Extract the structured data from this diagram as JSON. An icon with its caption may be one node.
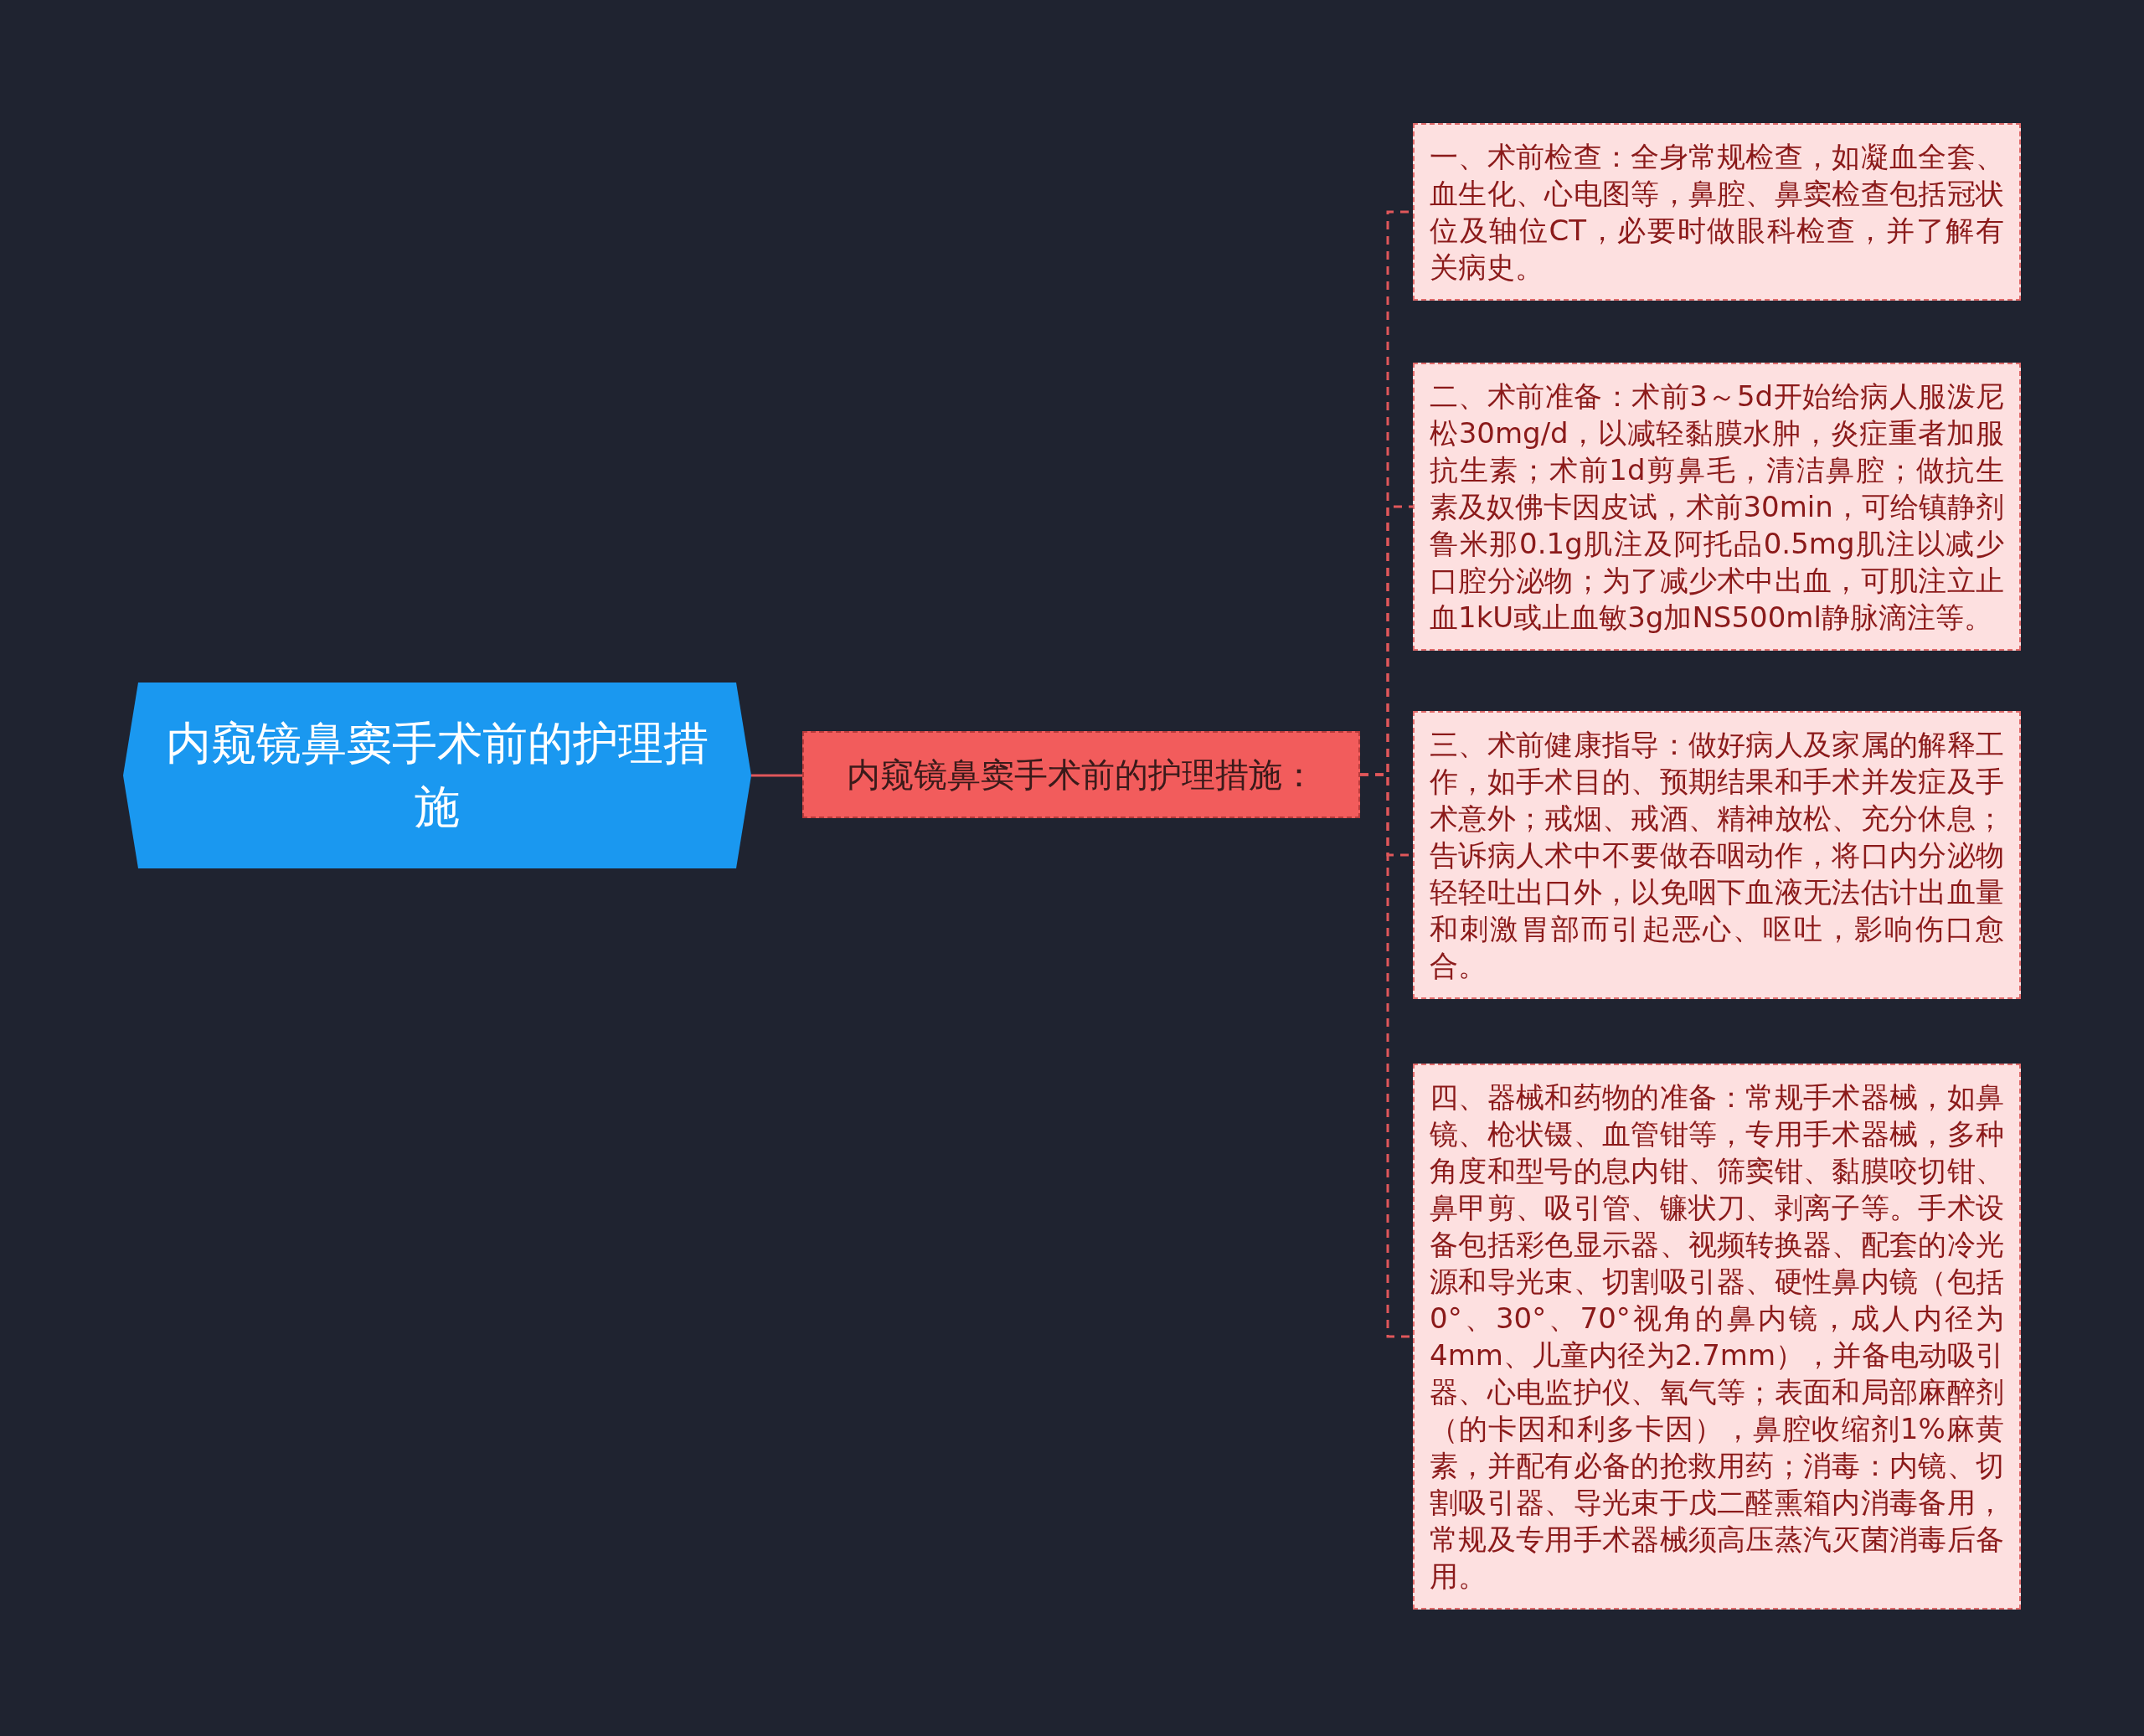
{
  "diagram": {
    "nodes": [
      {
        "text": [
          "内窥镜鼻窦手术前的护理措施"
        ]
      },
      {
        "text": [
          "内窥镜鼻窦手术前的护理措施："
        ]
      },
      {
        "text": [
          "一、术前检查：全身常规检查，如凝血全套、血生化、心电图等，鼻腔、鼻窦检查包括冠状位及轴位CT，必要时做眼科检查，并了解有关病史。"
        ]
      },
      {
        "text": [
          "二、术前准备：术前3～5d开始给病人服泼尼松30mg/d，以减轻黏膜水肿，炎症重者加服抗生素；术前1d剪鼻毛，清洁鼻腔；做抗生素及奴佛卡因皮试，术前30min，可给镇静剂鲁米那0.1g肌注及阿托品0.5mg肌注以减少口腔分泌物；为了减少术中出血，可肌注立止血1kU或止血敏3g加NS500ml静脉滴注等。"
        ]
      },
      {
        "text": [
          "三、术前健康指导：做好病人及家属的解释工作，如手术目的、预期结果和手术并发症及手术意外；戒烟、戒酒、精神放松、充分休息；告诉病人术中不要做吞咽动作，将口内分泌物轻轻吐出口外，以免咽下血液无法估计出血量和刺激胃部而引起恶心、呕吐，影响伤口愈合。"
        ]
      },
      {
        "text": [
          "四、器械和药物的准备：常规手术器械，如鼻镜、枪状镊、血管钳等，专用手术器械，多种角度和型号的息内钳、筛窦钳、黏膜咬切钳、鼻甲剪、吸引管、镰状刀、剥离子等。手术设备包括彩色显示器、视频转换器、配套的冷光源和导光束、切割吸引器、硬性鼻内镜（包括0°、30°、70°视角的鼻内镜，成人内径为4mm、儿童内径为2.7mm），并备电动吸引器、心电监护仪、氧气等；表面和局部麻醉剂（的卡因和利多卡因），鼻腔收缩剂1%麻黄素，并配有必备的抢救用药；消毒：内镜、切割吸引器、导光束于戊二醛熏箱内消毒备用，常规及专用手术器械须高压蒸汽灭菌消毒后备用。"
        ]
      }
    ],
    "edges": [
      {
        "from": 0,
        "to": 1,
        "arrow": "none"
      },
      {
        "from": 1,
        "to": 2,
        "arrow": "none",
        "style": "dashed"
      },
      {
        "from": 1,
        "to": 3,
        "arrow": "none",
        "style": "dashed"
      },
      {
        "from": 1,
        "to": 4,
        "arrow": "none",
        "style": "dashed"
      },
      {
        "from": 1,
        "to": 5,
        "arrow": "none",
        "style": "dashed"
      }
    ]
  }
}
